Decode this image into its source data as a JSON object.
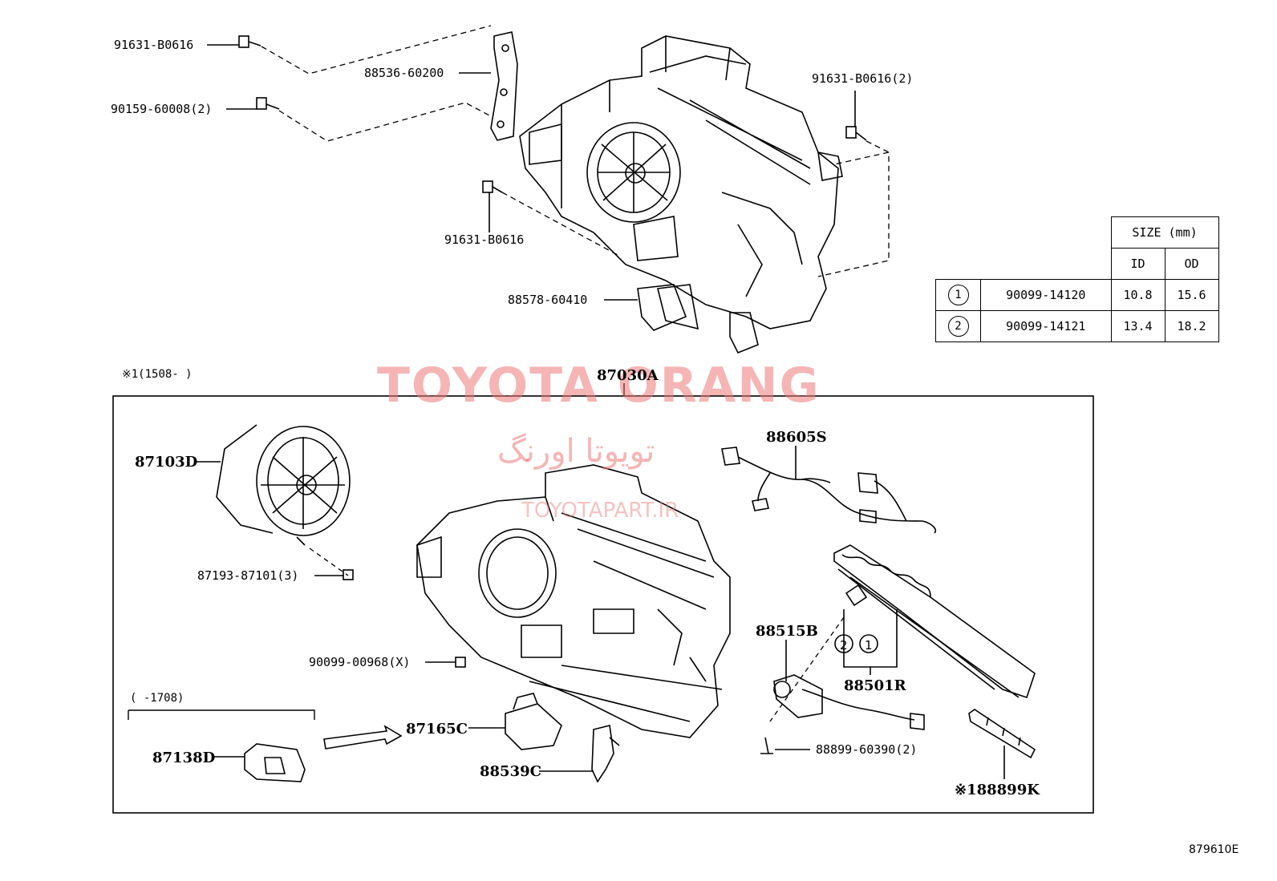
{
  "labels": {
    "p91631_top": "91631-B0616",
    "p88536": "88536-60200",
    "p90159": "90159-60008(2)",
    "p91631_right": "91631-B0616(2)",
    "p91631_mid": "91631-B0616",
    "p88578": "88578-60410",
    "p87030": "87030A",
    "p87103": "87103D",
    "p87193": "87193-87101(3)",
    "p88605": "88605S",
    "p88515": "88515B",
    "p88501": "88501R",
    "p90099": "90099-00968(X)",
    "p87165": "87165C",
    "p88539": "88539C",
    "p87138": "87138D",
    "p88899_60390": "88899-60390(2)",
    "p88899k": "※188899K",
    "range_top": "※1(1508-     )",
    "range_bottom": "(     -1708)",
    "circle1": "1",
    "circle2": "2",
    "figure_code": "879610E"
  },
  "size_table": {
    "header": "SIZE (mm)",
    "col_id": "ID",
    "col_od": "OD",
    "rows": [
      {
        "mark": "1",
        "part": "90099-14120",
        "id": "10.8",
        "od": "15.6"
      },
      {
        "mark": "2",
        "part": "90099-14121",
        "id": "13.4",
        "od": "18.2"
      }
    ]
  },
  "watermark": {
    "brand": "TOYOTA ORANG",
    "persian": "تویوتا اورنگ",
    "site": "TOYOTAPART.IR"
  },
  "colors": {
    "line": "#000000",
    "watermark": "#ec7878"
  }
}
